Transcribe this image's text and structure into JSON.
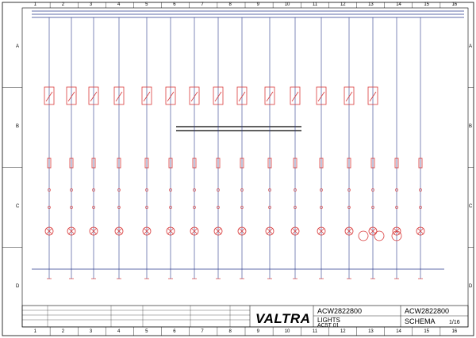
{
  "frame": {
    "columns": [
      "1",
      "2",
      "3",
      "4",
      "5",
      "6",
      "7",
      "8",
      "9",
      "10",
      "11",
      "12",
      "13",
      "14",
      "15",
      "16"
    ],
    "rows": [
      "A",
      "B",
      "C",
      "D"
    ]
  },
  "title_block": {
    "brand": "VALTRA",
    "drawing_number": "ACW2822800",
    "title": "LIGHTS",
    "variant": "AC5T 01",
    "doc_type": "SCHEMA",
    "sheet": "1/16"
  },
  "colors": {
    "line": "#2a3a8c",
    "component": "#d93a3a",
    "frame": "#000000"
  }
}
